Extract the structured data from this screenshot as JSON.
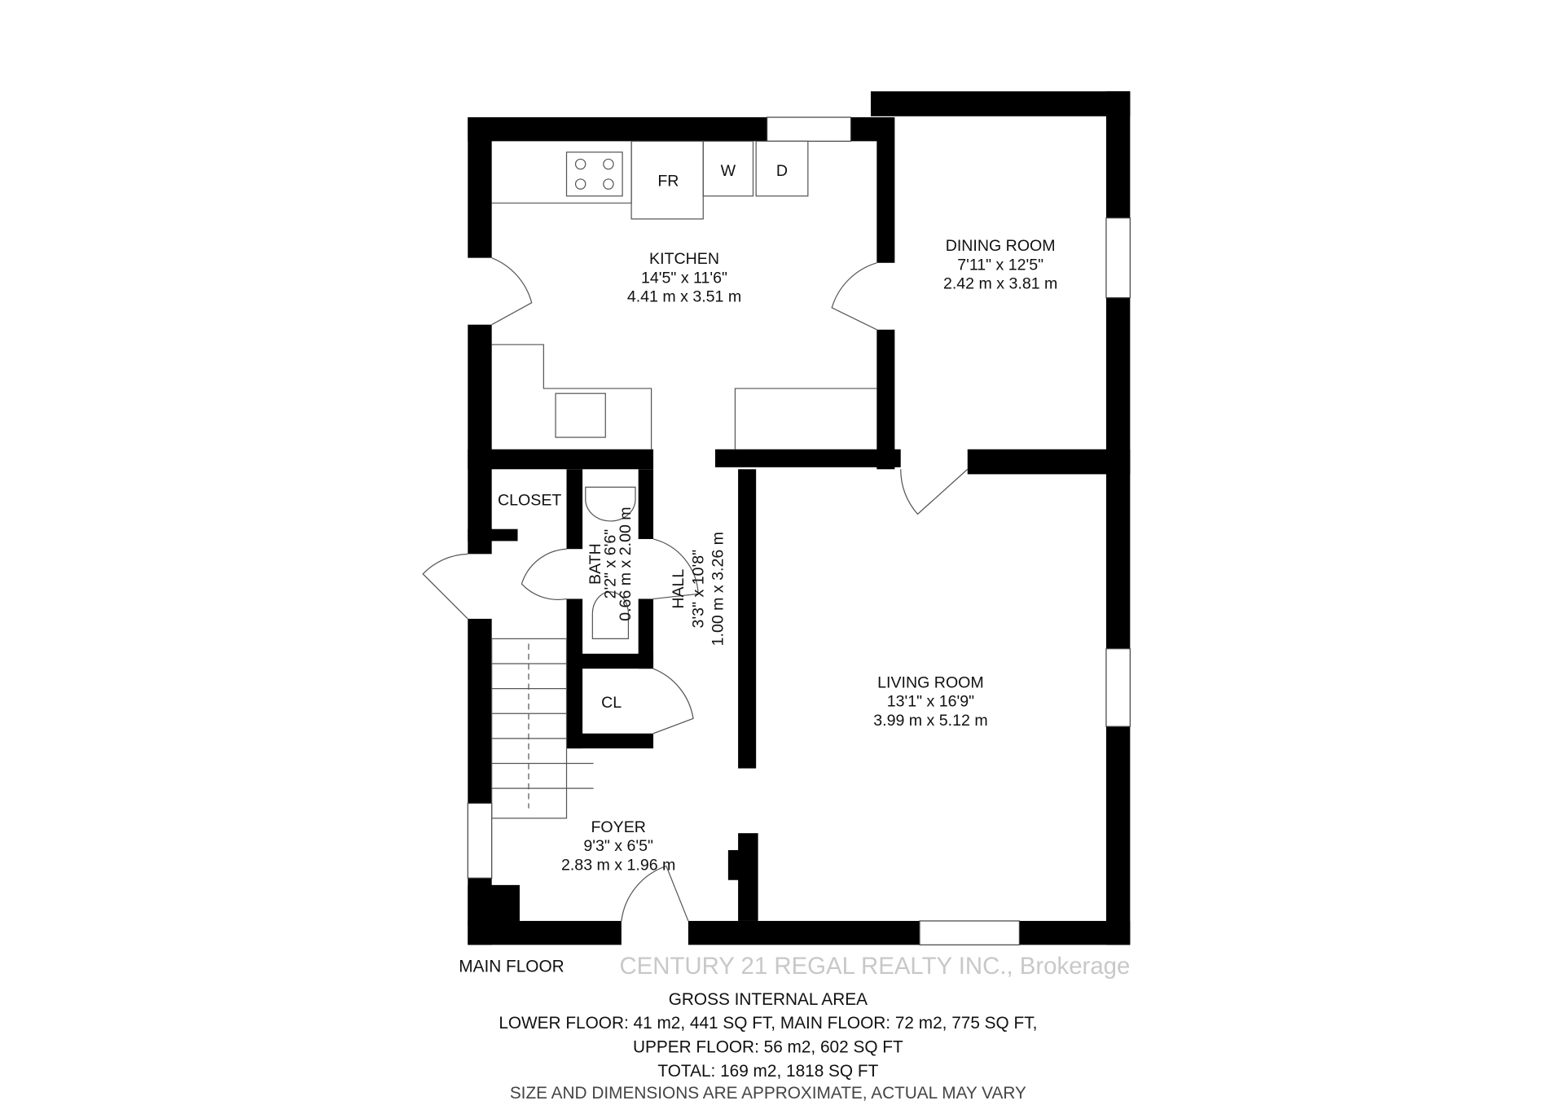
{
  "floor_name": "MAIN FLOOR",
  "rooms": {
    "kitchen": {
      "name": "KITCHEN",
      "imperial": "14'5\" x 11'6\"",
      "metric": "4.41 m x 3.51 m"
    },
    "dining": {
      "name": "DINING ROOM",
      "imperial": "7'11\" x 12'5\"",
      "metric": "2.42 m x 3.81 m"
    },
    "living": {
      "name": "LIVING ROOM",
      "imperial": "13'1\" x 16'9\"",
      "metric": "3.99 m x 5.12 m"
    },
    "foyer": {
      "name": "FOYER",
      "imperial": "9'3\" x 6'5\"",
      "metric": "2.83 m x 1.96 m"
    },
    "hall": {
      "name": "HALL",
      "imperial": "3'3\" x 10'8\"",
      "metric": "1.00 m x 3.26 m"
    },
    "bath": {
      "name": "BATH",
      "imperial": "2'2\" x 6'6\"",
      "metric": "0.66 m x 2.00 m"
    },
    "closet": {
      "name": "CLOSET"
    },
    "cl": {
      "name": "CL"
    }
  },
  "appliances": {
    "fridge": "FR",
    "washer": "W",
    "dryer": "D"
  },
  "area": {
    "title": "GROSS INTERNAL AREA",
    "line1": "LOWER FLOOR: 41 m2, 441 SQ FT, MAIN FLOOR: 72 m2, 775 SQ FT,",
    "line2": "UPPER FLOOR: 56 m2, 602 SQ FT",
    "line3": "TOTAL: 169 m2, 1818 SQ FT",
    "disclaimer": "SIZE AND DIMENSIONS ARE APPROXIMATE, ACTUAL MAY VARY"
  },
  "watermark": "CENTURY 21 REGAL REALTY INC., Brokerage"
}
